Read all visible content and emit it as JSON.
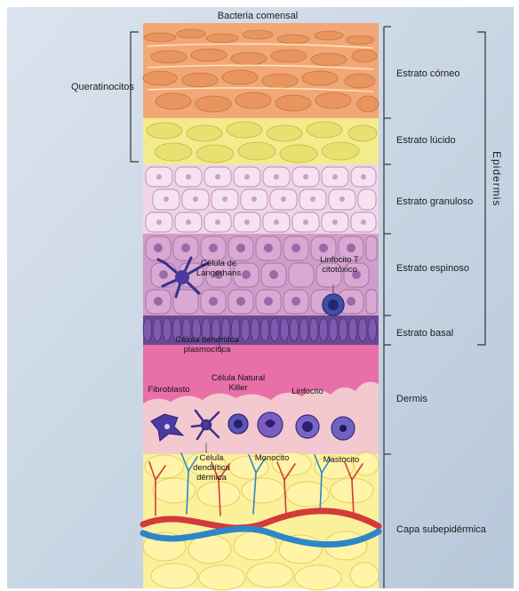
{
  "title": "Bacteria comensal",
  "labels": {
    "keratinocytes": "Queratinocitos",
    "epidermis": "Epidermis"
  },
  "layers": [
    {
      "name": "Estrato córneo",
      "color": "#f2a777"
    },
    {
      "name": "Estrato lúcido",
      "color": "#f3ec8c"
    },
    {
      "name": "Estrato granuloso",
      "color": "#f1d3ea"
    },
    {
      "name": "Estrato espinoso",
      "color": "#cf9dc9"
    },
    {
      "name": "Estrato basal",
      "color": "#6a4a96"
    },
    {
      "name": "Dermis",
      "color": "#f3c8cf"
    },
    {
      "name": "Capa subepidérmica",
      "color": "#fbf19a"
    }
  ],
  "cells": {
    "langerhans": "Célula de Langerhans",
    "tcell": "Linfocito T citotóxico",
    "plasmacytoid": "Célula dendrítica plasmocítica",
    "fibroblast": "Fibroblasto",
    "nk": "Célula Natural Killer",
    "lymphocyte": "Linfocito",
    "dermal_dc": "Célula dendrítica dérmica",
    "monocyte": "Monocito",
    "mast": "Mastocito"
  },
  "colors": {
    "background": "#c8d6e4",
    "bracket": "#333333"
  }
}
